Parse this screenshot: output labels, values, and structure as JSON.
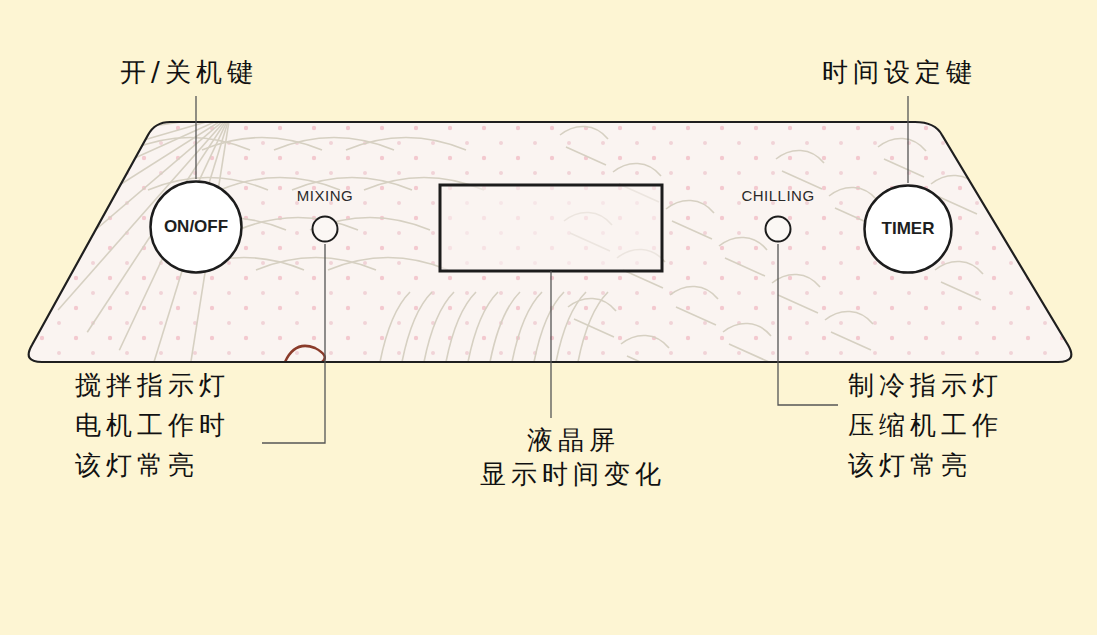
{
  "diagram": {
    "nodes": [
      {
        "text": [
          "ON/OFF"
        ]
      },
      {
        "text": [
          "MIXING"
        ]
      },
      {
        "text": [
          "CHILLING"
        ]
      },
      {
        "text": [
          "TIMER"
        ]
      }
    ],
    "labels": [
      "开/关机键",
      "时间设定键",
      "搅拌指示灯 电机工作时 该灯常亮",
      "液晶屏 显示时间变化",
      "制冷指示灯 压缩机工作 该灯常亮"
    ]
  }
}
